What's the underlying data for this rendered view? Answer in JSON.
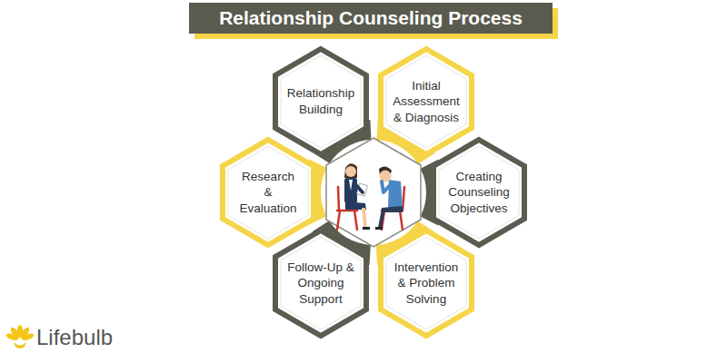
{
  "diagram": {
    "title": "Relationship Counseling Process",
    "nodes": [
      {
        "text": [
          "Relationship Building"
        ]
      },
      {
        "text": [
          "Initial Assessment & Diagnosis"
        ]
      },
      {
        "text": [
          "Creating Counseling Objectives"
        ]
      },
      {
        "text": [
          "Intervention & Problem Solving"
        ]
      },
      {
        "text": [
          "Follow-Up & Ongoing Support"
        ]
      },
      {
        "text": [
          "Research & Evaluation"
        ]
      }
    ],
    "labels": [
      "Lifebulb"
    ]
  }
}
